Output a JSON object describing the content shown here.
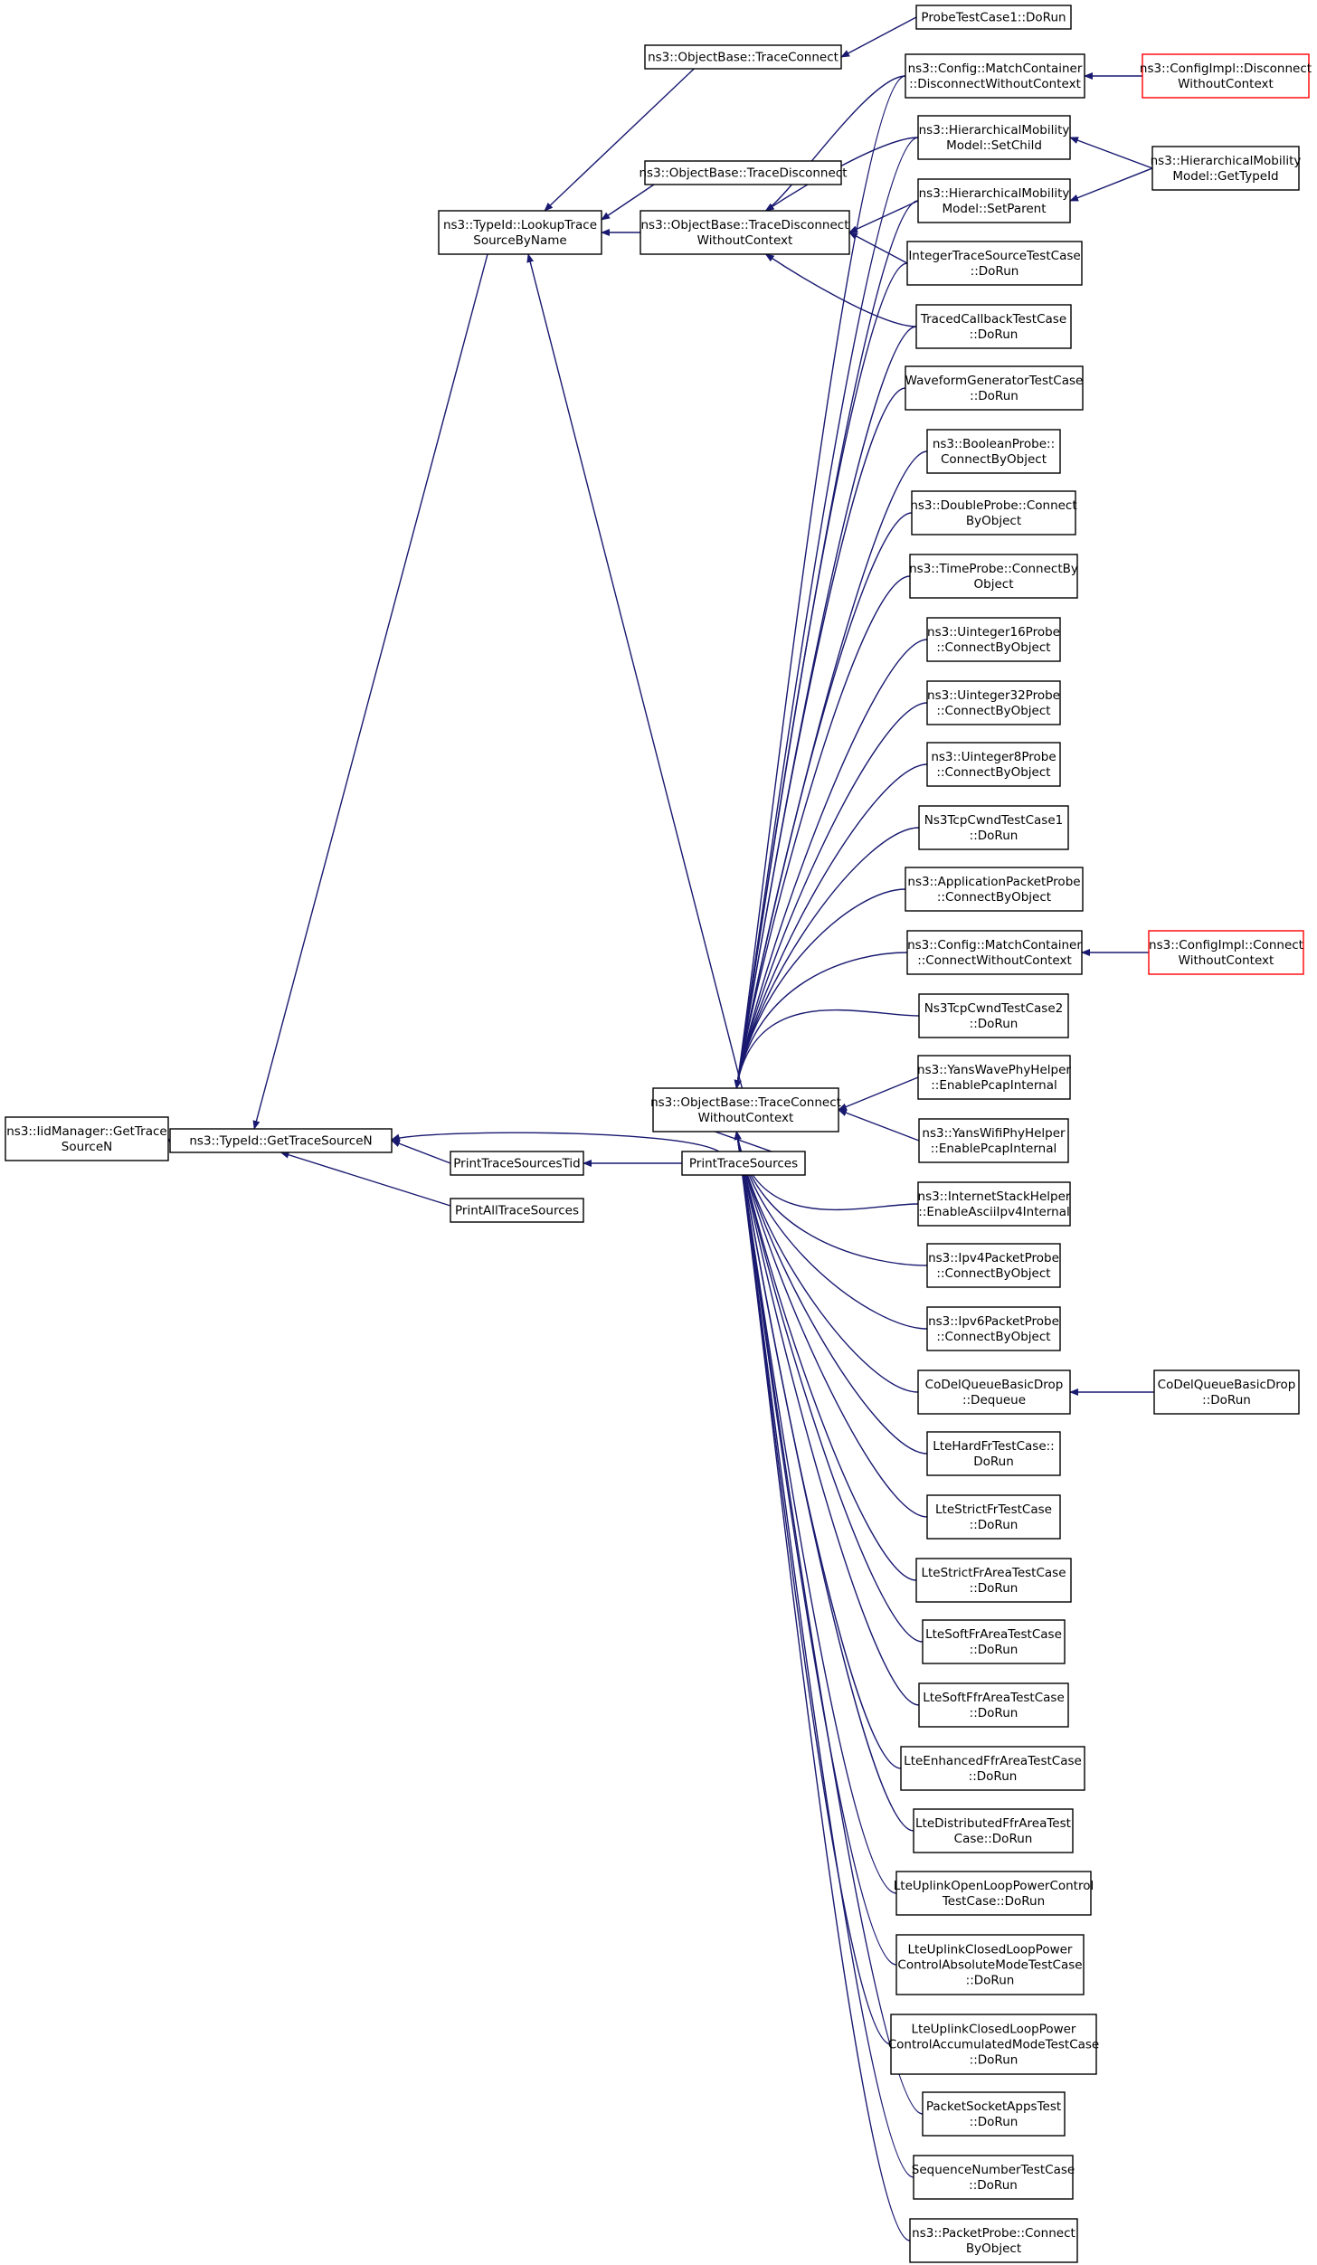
{
  "colors": {
    "edge": "#191970",
    "node_border": "#000000",
    "external_border": "#ff0000",
    "focus_fill": "#bfbfbf",
    "node_fill": "#ffffff"
  },
  "nodes": [
    {
      "id": "iid_getsource",
      "lines": [
        "ns3::IidManager::GetTrace",
        "SourceN"
      ],
      "focus": true
    },
    {
      "id": "typeid_getsource",
      "lines": [
        "ns3::TypeId::GetTraceSourceN"
      ]
    },
    {
      "id": "lookup",
      "lines": [
        "ns3::TypeId::LookupTrace",
        "SourceByName"
      ]
    },
    {
      "id": "print_tid",
      "lines": [
        "PrintTraceSourcesTid"
      ]
    },
    {
      "id": "print_all",
      "lines": [
        "PrintAllTraceSources"
      ]
    },
    {
      "id": "print_sources",
      "lines": [
        "PrintTraceSources"
      ]
    },
    {
      "id": "ob_traceconnect",
      "lines": [
        "ns3::ObjectBase::TraceConnect"
      ]
    },
    {
      "id": "ob_tracedisconnect",
      "lines": [
        "ns3::ObjectBase::TraceDisconnect"
      ]
    },
    {
      "id": "ob_disconnect_wc",
      "lines": [
        "ns3::ObjectBase::TraceDisconnect",
        "WithoutContext"
      ]
    },
    {
      "id": "ob_connect_wc",
      "lines": [
        "ns3::ObjectBase::TraceConnect",
        "WithoutContext"
      ]
    },
    {
      "id": "probe1",
      "lines": [
        "ProbeTestCase1::DoRun"
      ]
    },
    {
      "id": "mc_disconnect_wc",
      "lines": [
        "ns3::Config::MatchContainer",
        "::DisconnectWithoutContext"
      ]
    },
    {
      "id": "hm_setchild",
      "lines": [
        "ns3::HierarchicalMobility",
        "Model::SetChild"
      ]
    },
    {
      "id": "hm_setparent",
      "lines": [
        "ns3::HierarchicalMobility",
        "Model::SetParent"
      ]
    },
    {
      "id": "int_trace_tc",
      "lines": [
        "IntegerTraceSourceTestCase",
        "::DoRun"
      ]
    },
    {
      "id": "traced_cb_tc",
      "lines": [
        "TracedCallbackTestCase",
        "::DoRun"
      ]
    },
    {
      "id": "waveform_tc",
      "lines": [
        "WaveformGeneratorTestCase",
        "::DoRun"
      ]
    },
    {
      "id": "bool_probe",
      "lines": [
        "ns3::BooleanProbe::",
        "ConnectByObject"
      ]
    },
    {
      "id": "double_probe",
      "lines": [
        "ns3::DoubleProbe::Connect",
        "ByObject"
      ]
    },
    {
      "id": "time_probe",
      "lines": [
        "ns3::TimeProbe::ConnectBy",
        "Object"
      ]
    },
    {
      "id": "u16_probe",
      "lines": [
        "ns3::Uinteger16Probe",
        "::ConnectByObject"
      ]
    },
    {
      "id": "u32_probe",
      "lines": [
        "ns3::Uinteger32Probe",
        "::ConnectByObject"
      ]
    },
    {
      "id": "u8_probe",
      "lines": [
        "ns3::Uinteger8Probe",
        "::ConnectByObject"
      ]
    },
    {
      "id": "tcp_cwnd1",
      "lines": [
        "Ns3TcpCwndTestCase1",
        "::DoRun"
      ]
    },
    {
      "id": "app_packet_probe",
      "lines": [
        "ns3::ApplicationPacketProbe",
        "::ConnectByObject"
      ]
    },
    {
      "id": "mc_connect_wc",
      "lines": [
        "ns3::Config::MatchContainer",
        "::ConnectWithoutContext"
      ]
    },
    {
      "id": "tcp_cwnd2",
      "lines": [
        "Ns3TcpCwndTestCase2",
        "::DoRun"
      ]
    },
    {
      "id": "yans_wave",
      "lines": [
        "ns3::YansWavePhyHelper",
        "::EnablePcapInternal"
      ]
    },
    {
      "id": "yans_wifi",
      "lines": [
        "ns3::YansWifiPhyHelper",
        "::EnablePcapInternal"
      ]
    },
    {
      "id": "inet_stack",
      "lines": [
        "ns3::InternetStackHelper",
        "::EnableAsciiIpv4Internal"
      ]
    },
    {
      "id": "ipv4_probe",
      "lines": [
        "ns3::Ipv4PacketProbe",
        "::ConnectByObject"
      ]
    },
    {
      "id": "ipv6_probe",
      "lines": [
        "ns3::Ipv6PacketProbe",
        "::ConnectByObject"
      ]
    },
    {
      "id": "codel_dequeue",
      "lines": [
        "CoDelQueueBasicDrop",
        "::Dequeue"
      ]
    },
    {
      "id": "lte_hard",
      "lines": [
        "LteHardFrTestCase::",
        "DoRun"
      ]
    },
    {
      "id": "lte_strict",
      "lines": [
        "LteStrictFrTestCase",
        "::DoRun"
      ]
    },
    {
      "id": "lte_strict_area",
      "lines": [
        "LteStrictFrAreaTestCase",
        "::DoRun"
      ]
    },
    {
      "id": "lte_soft_area",
      "lines": [
        "LteSoftFrAreaTestCase",
        "::DoRun"
      ]
    },
    {
      "id": "lte_softffr_area",
      "lines": [
        "LteSoftFfrAreaTestCase",
        "::DoRun"
      ]
    },
    {
      "id": "lte_enhanced",
      "lines": [
        "LteEnhancedFfrAreaTestCase",
        "::DoRun"
      ]
    },
    {
      "id": "lte_distributed",
      "lines": [
        "LteDistributedFfrAreaTest",
        "Case::DoRun"
      ]
    },
    {
      "id": "lte_open_loop",
      "lines": [
        "LteUplinkOpenLoopPowerControl",
        "TestCase::DoRun"
      ]
    },
    {
      "id": "lte_closed_abs",
      "lines": [
        "LteUplinkClosedLoopPower",
        "ControlAbsoluteModeTestCase",
        "::DoRun"
      ]
    },
    {
      "id": "lte_closed_acc",
      "lines": [
        "LteUplinkClosedLoopPower",
        "ControlAccumulatedModeTestCase",
        "::DoRun"
      ]
    },
    {
      "id": "packet_socket",
      "lines": [
        "PacketSocketAppsTest",
        "::DoRun"
      ]
    },
    {
      "id": "seq_number",
      "lines": [
        "SequenceNumberTestCase",
        "::DoRun"
      ]
    },
    {
      "id": "packet_probe",
      "lines": [
        "ns3::PacketProbe::Connect",
        "ByObject"
      ]
    },
    {
      "id": "configimpl_disconnect",
      "lines": [
        "ns3::ConfigImpl::Disconnect",
        "WithoutContext"
      ],
      "external": true
    },
    {
      "id": "hm_gettypeid",
      "lines": [
        "ns3::HierarchicalMobility",
        "Model::GetTypeId"
      ]
    },
    {
      "id": "configimpl_connect",
      "lines": [
        "ns3::ConfigImpl::Connect",
        "WithoutContext"
      ],
      "external": true
    },
    {
      "id": "codel_dorun",
      "lines": [
        "CoDelQueueBasicDrop",
        "::DoRun"
      ]
    }
  ]
}
